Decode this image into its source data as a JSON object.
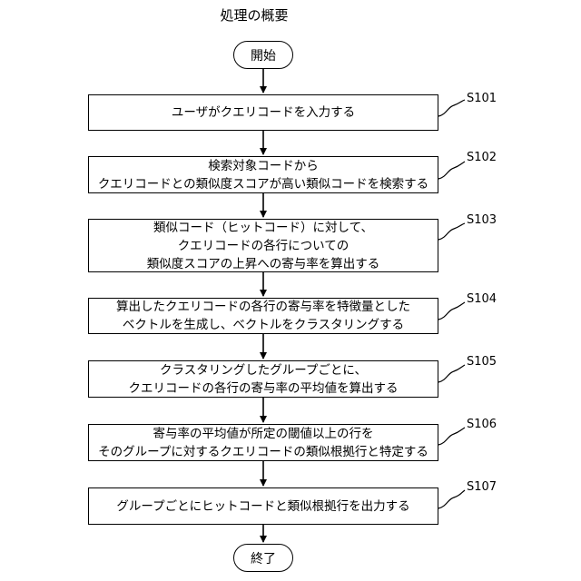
{
  "title": "処理の概要",
  "start_label": "開始",
  "end_label": "終了",
  "steps": [
    {
      "id": "S101",
      "lines": [
        "ユーザがクエリコードを入力する"
      ]
    },
    {
      "id": "S102",
      "lines": [
        "検索対象コードから",
        "クエリコードとの類似度スコアが高い類似コードを検索する"
      ]
    },
    {
      "id": "S103",
      "lines": [
        "類似コード（ヒットコード）に対して、",
        "クエリコードの各行についての",
        "類似度スコアの上昇への寄与率を算出する"
      ]
    },
    {
      "id": "S104",
      "lines": [
        "算出したクエリコードの各行の寄与率を特徴量とした",
        "ベクトルを生成し、ベクトルをクラスタリングする"
      ]
    },
    {
      "id": "S105",
      "lines": [
        "クラスタリングしたグループごとに、",
        "クエリコードの各行の寄与率の平均値を算出する"
      ]
    },
    {
      "id": "S106",
      "lines": [
        "寄与率の平均値が所定の閾値以上の行を",
        "そのグループに対するクエリコードの類似根拠行と特定する"
      ]
    },
    {
      "id": "S107",
      "lines": [
        "グループごとにヒットコードと類似根拠行を出力する"
      ]
    }
  ]
}
